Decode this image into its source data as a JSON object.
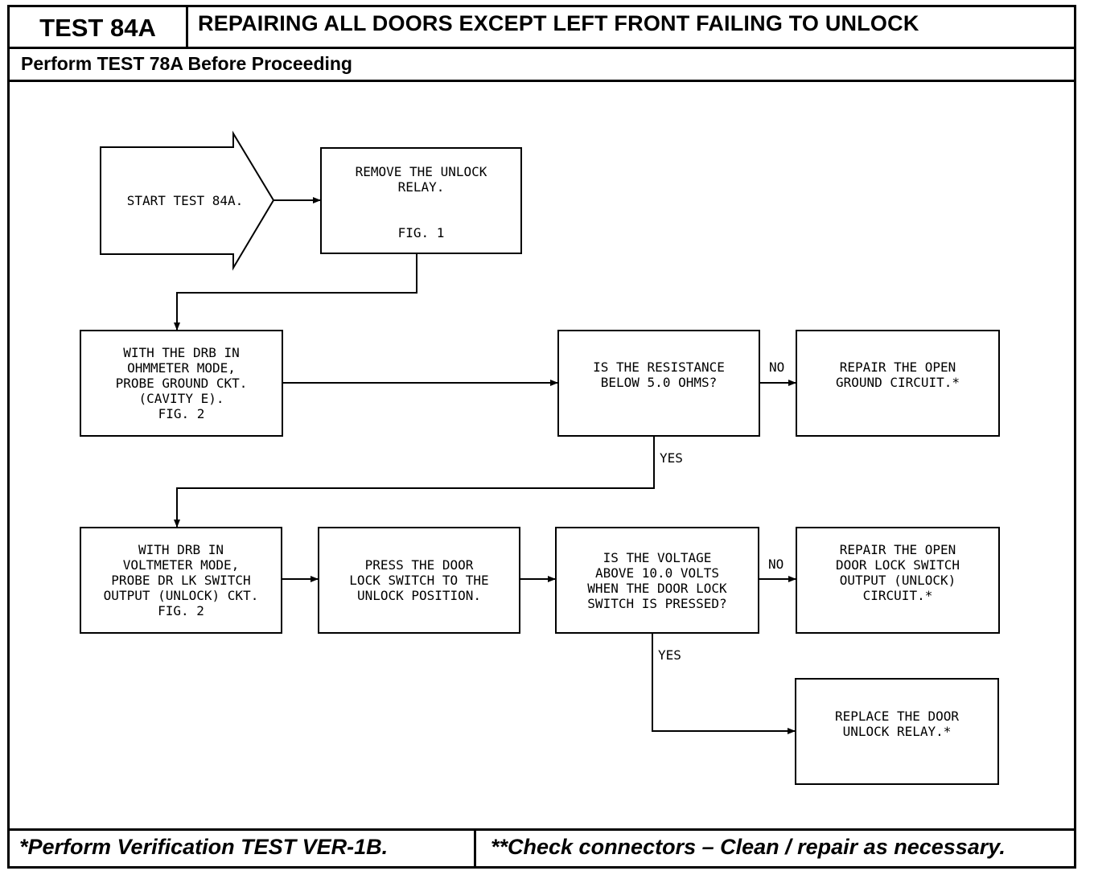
{
  "header": {
    "test_label": "TEST 84A",
    "title": "REPAIRING ALL DOORS EXCEPT LEFT FRONT FAILING TO UNLOCK",
    "prerequisite": "Perform TEST 78A Before Proceeding"
  },
  "flowchart": {
    "start": "START TEST 84A.",
    "remove_relay": {
      "line1": "REMOVE THE UNLOCK",
      "line2": "RELAY.",
      "fig": "FIG. 1"
    },
    "probe_ground": [
      "WITH THE DRB IN",
      "OHMMETER MODE,",
      "PROBE GROUND CKT.",
      "(CAVITY E).",
      "FIG. 2"
    ],
    "resistance_question": [
      "IS THE RESISTANCE",
      "BELOW 5.0 OHMS?"
    ],
    "repair_ground": [
      "REPAIR THE OPEN",
      "GROUND CIRCUIT.*"
    ],
    "probe_switch": [
      "WITH DRB IN",
      "VOLTMETER MODE,",
      "PROBE DR LK SWITCH",
      "OUTPUT (UNLOCK) CKT.",
      "FIG. 2"
    ],
    "press_switch": [
      "PRESS THE DOOR",
      "LOCK SWITCH TO THE",
      "UNLOCK POSITION."
    ],
    "voltage_question": [
      "IS THE VOLTAGE",
      "ABOVE 10.0 VOLTS",
      "WHEN THE DOOR LOCK",
      "SWITCH IS PRESSED?"
    ],
    "repair_switch": [
      "REPAIR THE OPEN",
      "DOOR LOCK SWITCH",
      "OUTPUT (UNLOCK)",
      "CIRCUIT.*"
    ],
    "replace_relay": [
      "REPLACE THE DOOR",
      "UNLOCK RELAY.*"
    ],
    "labels": {
      "no": "NO",
      "yes": "YES"
    }
  },
  "footer": {
    "left": "*Perform Verification TEST VER-1B.",
    "right": "**Check connectors – Clean / repair as necessary."
  }
}
